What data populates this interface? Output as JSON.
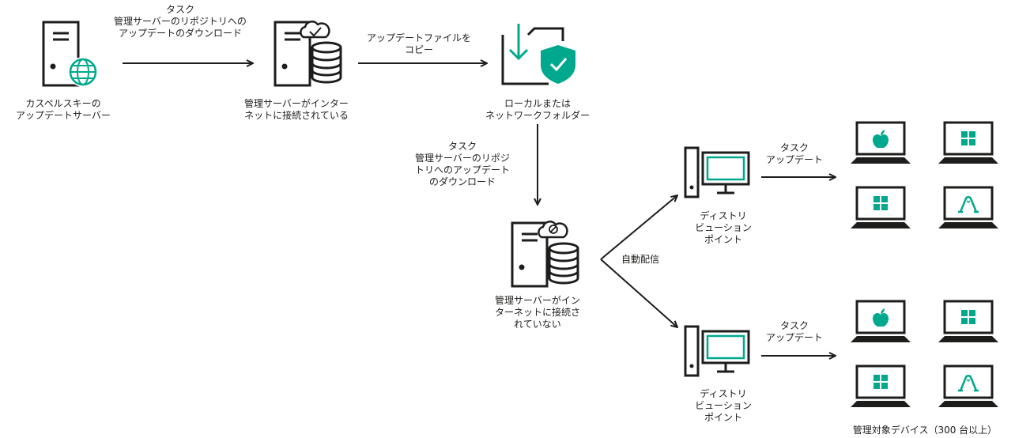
{
  "colors": {
    "stroke": "#1d1d1b",
    "accent": "#00a88e",
    "background": "#ffffff"
  },
  "labels": {
    "kaspersky_update_server": "カスペルスキーの\nアップデートサーバー",
    "task_download_top": "タスク\n管理サーバーのリポジトリへの\nアップデートのダウンロード",
    "server_connected": "管理サーバーがインター\nネットに接続されている",
    "copy_update_files": "アップデートファイルを\nコピー",
    "local_network_folder": "ローカルまたは\nネットワークフォルダー",
    "task_download_middle": "タスク\n管理サーバーのリポジ\nトリへのアップデート\nのダウンロード",
    "server_not_connected": "管理サーバーがイン\nターネットに接続さ\nれていない",
    "auto_distribution": "自動配信",
    "distribution_point_1": "ディストリ\nビューション\nポイント",
    "distribution_point_2": "ディストリ\nビューション\nポイント",
    "task_update_1": "タスク\nアップデート",
    "task_update_2": "タスク\nアップデート",
    "managed_devices": "管理対象デバイス（300 台以上）"
  },
  "icons": {
    "update_server": "server-globe-icon",
    "admin_server_online": "admin-server-cloud-check-icon",
    "folder": "folder-download-shield-icon",
    "admin_server_offline": "admin-server-cloud-blocked-icon",
    "distribution_point": "desktop-computer-icon",
    "device_os": [
      "apple-icon",
      "windows-icon",
      "windows-icon",
      "linux-icon"
    ]
  }
}
